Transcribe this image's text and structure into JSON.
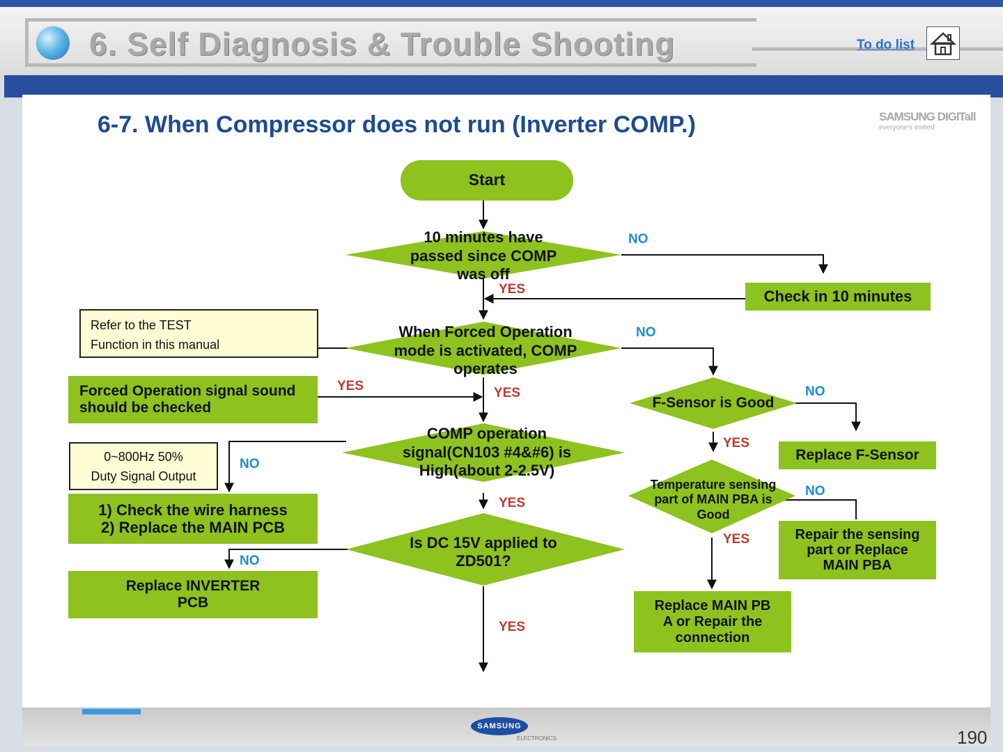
{
  "header": {
    "title": "6. Self Diagnosis & Trouble Shooting",
    "todo_link": "To do list",
    "subtitle": "6-7. When Compressor does not run (Inverter COMP.)",
    "logo_text": "SAMSUNG DIGITall",
    "logo_slogan": "everyone's invited",
    "home_icon": "home-icon"
  },
  "flow": {
    "start": "Start",
    "q1": "10 minutes have\npassed since COMP\nwas off",
    "q2": "When Forced Operation\nmode is activated, COMP\noperates",
    "q3": "COMP operation\nsignal(CN103 #4&#6) is\nHigh(about 2-2.5V)",
    "q4": "Is DC 15V applied to\nZD501?",
    "q5": "F-Sensor is Good",
    "q6": "Temperature sensing\npart of MAIN PBA is\nGood",
    "check_10min": "Check in 10 minutes",
    "forced_sound": "Forced Operation signal sound\nshould be checked",
    "wire_harness": "1) Check the wire harness\n2) Replace the MAIN PCB",
    "replace_inverter": "Replace INVERTER\nPCB",
    "replace_fsensor": "Replace F-Sensor",
    "repair_sensing": "Repair the sensing\npart or Replace\nMAIN PBA",
    "replace_main": "Replace MAIN PB\nA or Repair the\nconnection",
    "note_test": "Refer to the TEST\nFunction in this manual",
    "note_signal": "0~800Hz 50%\nDuty Signal Output",
    "yes": "YES",
    "no": "NO"
  },
  "footer": {
    "logo": "SAMSUNG",
    "sub": "ELECTRONICS",
    "page": "190"
  },
  "colors": {
    "box_green": "#8dc21f",
    "yes_label": "#c0392b",
    "no_label": "#1b8bd6",
    "title_blue": "#1d4b93",
    "header_bar": "#284ea0"
  }
}
